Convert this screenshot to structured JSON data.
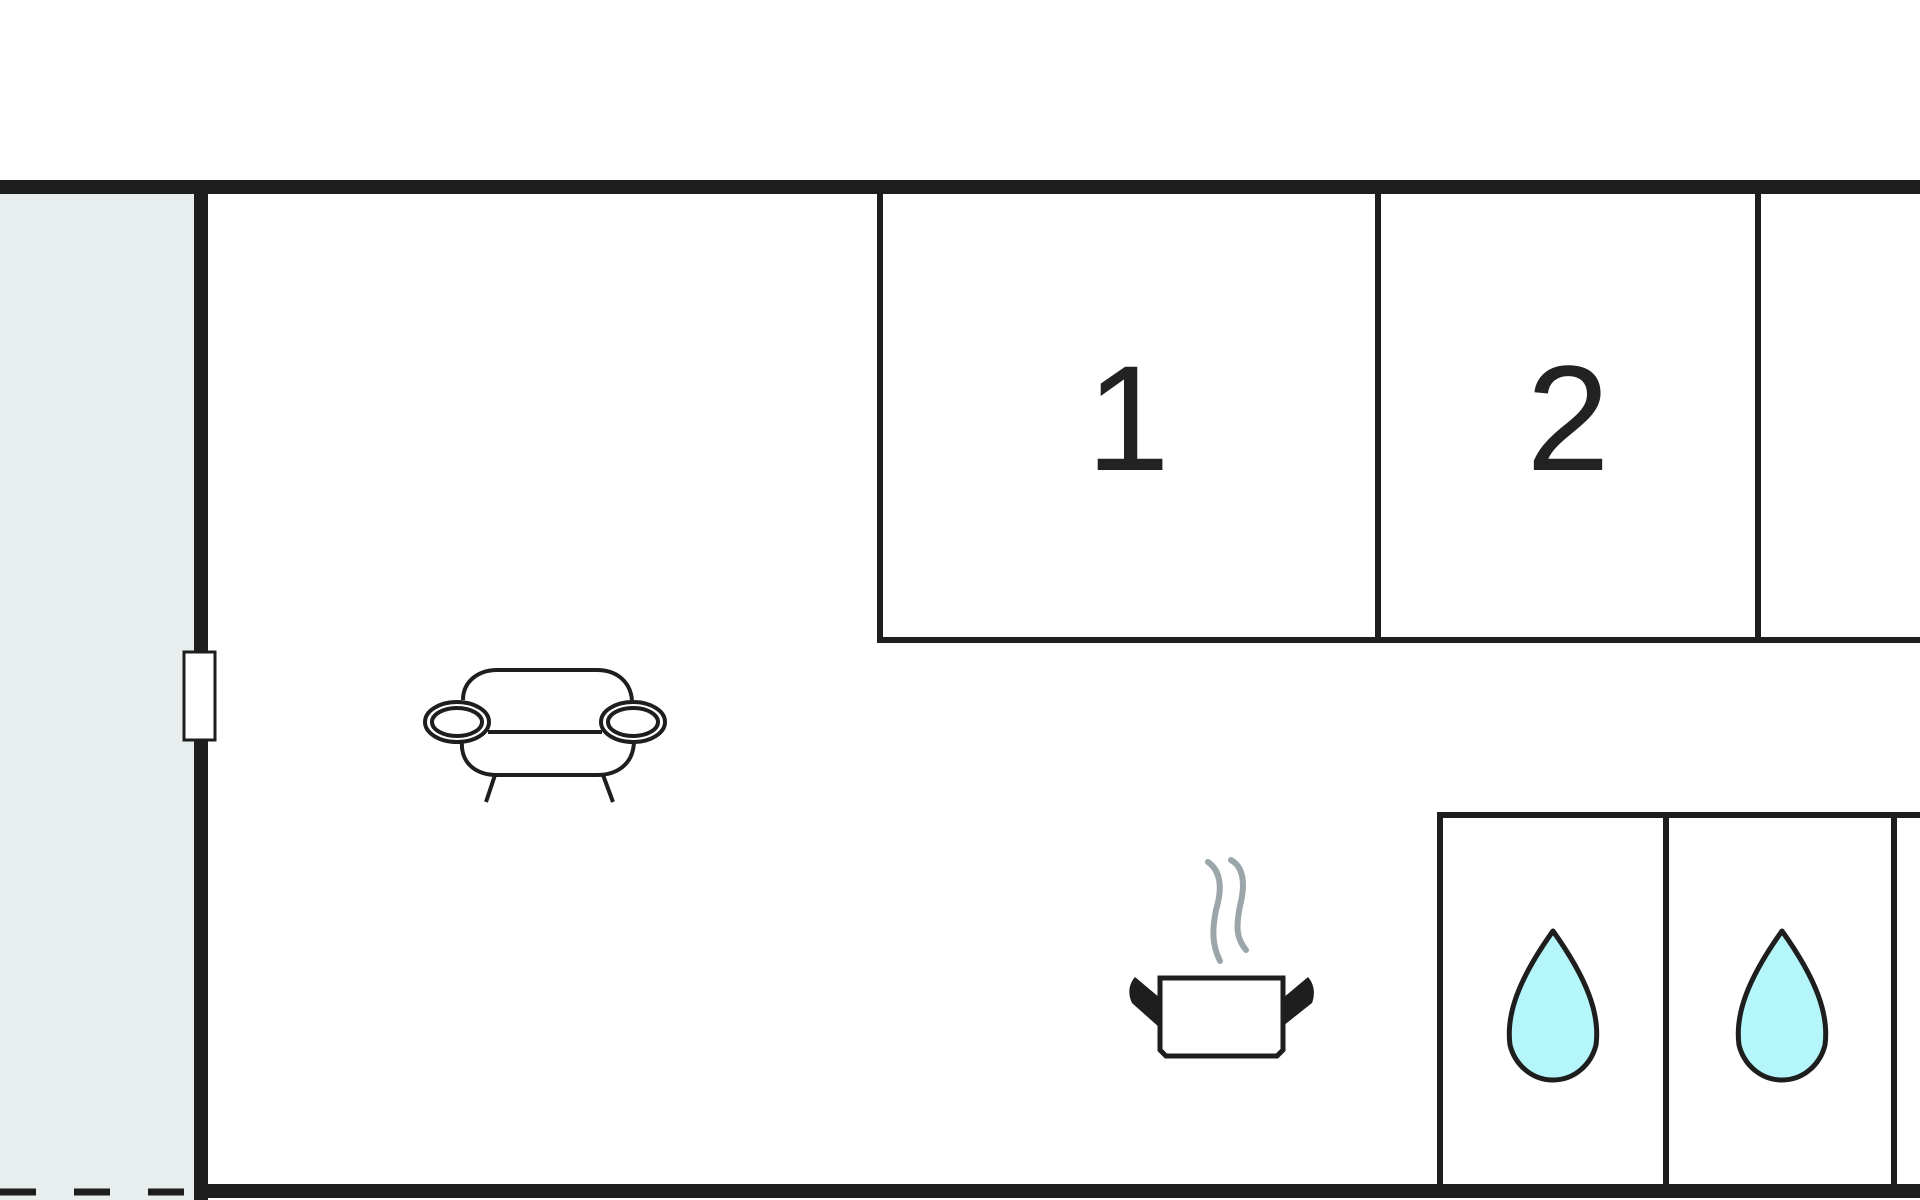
{
  "floor_plan": {
    "colors": {
      "wall": "#1e1e1e",
      "terrace": "#e8eeee",
      "water": "#b4f6fa",
      "steam": "#9aa6aa",
      "background": "#ffffff"
    },
    "rooms": [
      {
        "id": "bedroom-1",
        "label": "1"
      },
      {
        "id": "bedroom-2",
        "label": "2"
      }
    ],
    "icons": [
      {
        "room": "living-room",
        "icon": "sofa-icon"
      },
      {
        "room": "kitchen",
        "icon": "cooking-pot-icon"
      },
      {
        "room": "bathroom-1",
        "icon": "water-drop-icon"
      },
      {
        "room": "bathroom-2",
        "icon": "water-drop-icon"
      }
    ]
  }
}
